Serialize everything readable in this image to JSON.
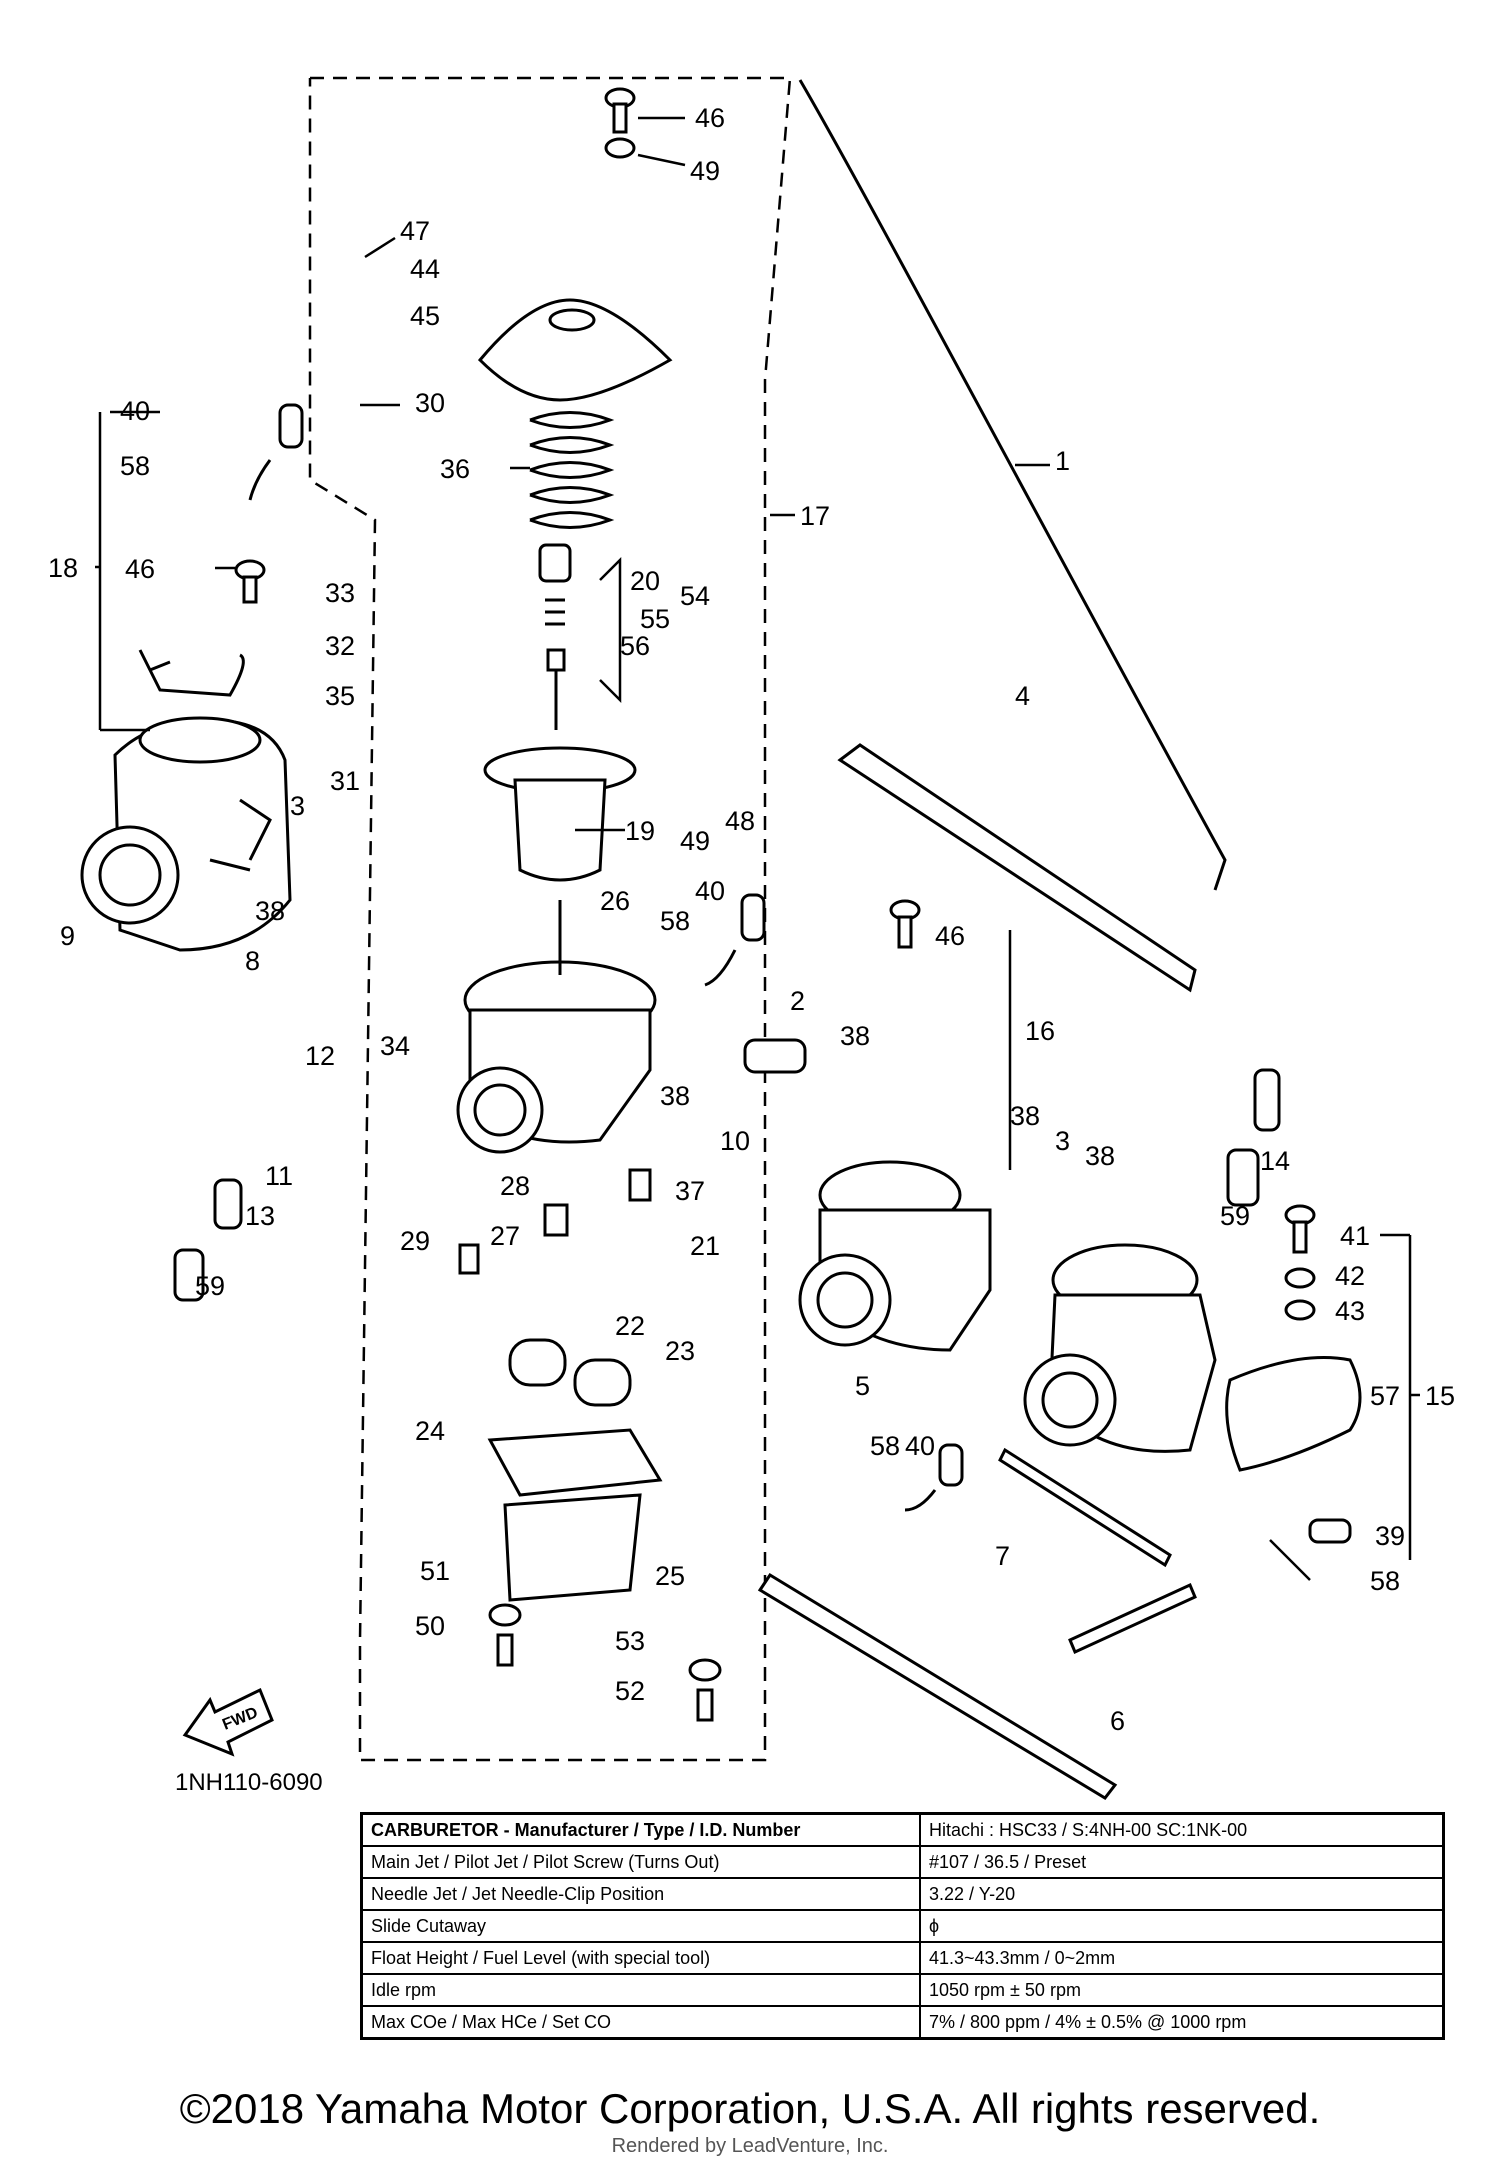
{
  "diagram": {
    "drawing_code": "1NH110-6090",
    "fwd_label": "FWD",
    "callouts": [
      {
        "id": "c1",
        "label": "1"
      },
      {
        "id": "c2",
        "label": "2"
      },
      {
        "id": "c3a",
        "label": "3"
      },
      {
        "id": "c3b",
        "label": "3"
      },
      {
        "id": "c4",
        "label": "4"
      },
      {
        "id": "c5",
        "label": "5"
      },
      {
        "id": "c6",
        "label": "6"
      },
      {
        "id": "c7",
        "label": "7"
      },
      {
        "id": "c8",
        "label": "8"
      },
      {
        "id": "c9",
        "label": "9"
      },
      {
        "id": "c10",
        "label": "10"
      },
      {
        "id": "c11",
        "label": "11"
      },
      {
        "id": "c12",
        "label": "12"
      },
      {
        "id": "c13",
        "label": "13"
      },
      {
        "id": "c14",
        "label": "14"
      },
      {
        "id": "c15",
        "label": "15"
      },
      {
        "id": "c16",
        "label": "16"
      },
      {
        "id": "c17",
        "label": "17"
      },
      {
        "id": "c18",
        "label": "18"
      },
      {
        "id": "c19",
        "label": "19"
      },
      {
        "id": "c20",
        "label": "20"
      },
      {
        "id": "c21",
        "label": "21"
      },
      {
        "id": "c22",
        "label": "22"
      },
      {
        "id": "c23",
        "label": "23"
      },
      {
        "id": "c24",
        "label": "24"
      },
      {
        "id": "c25",
        "label": "25"
      },
      {
        "id": "c26",
        "label": "26"
      },
      {
        "id": "c27",
        "label": "27"
      },
      {
        "id": "c28",
        "label": "28"
      },
      {
        "id": "c29",
        "label": "29"
      },
      {
        "id": "c30",
        "label": "30"
      },
      {
        "id": "c31",
        "label": "31"
      },
      {
        "id": "c32",
        "label": "32"
      },
      {
        "id": "c33",
        "label": "33"
      },
      {
        "id": "c34",
        "label": "34"
      },
      {
        "id": "c35",
        "label": "35"
      },
      {
        "id": "c36",
        "label": "36"
      },
      {
        "id": "c37",
        "label": "37"
      },
      {
        "id": "c38a",
        "label": "38"
      },
      {
        "id": "c38b",
        "label": "38"
      },
      {
        "id": "c38c",
        "label": "38"
      },
      {
        "id": "c38d",
        "label": "38"
      },
      {
        "id": "c38e",
        "label": "38"
      },
      {
        "id": "c39",
        "label": "39"
      },
      {
        "id": "c40a",
        "label": "40"
      },
      {
        "id": "c40b",
        "label": "40"
      },
      {
        "id": "c40c",
        "label": "40"
      },
      {
        "id": "c41",
        "label": "41"
      },
      {
        "id": "c42",
        "label": "42"
      },
      {
        "id": "c43",
        "label": "43"
      },
      {
        "id": "c44",
        "label": "44"
      },
      {
        "id": "c45",
        "label": "45"
      },
      {
        "id": "c46a",
        "label": "46"
      },
      {
        "id": "c46b",
        "label": "46"
      },
      {
        "id": "c46c",
        "label": "46"
      },
      {
        "id": "c47",
        "label": "47"
      },
      {
        "id": "c48",
        "label": "48"
      },
      {
        "id": "c49a",
        "label": "49"
      },
      {
        "id": "c49b",
        "label": "49"
      },
      {
        "id": "c50",
        "label": "50"
      },
      {
        "id": "c51",
        "label": "51"
      },
      {
        "id": "c52",
        "label": "52"
      },
      {
        "id": "c53",
        "label": "53"
      },
      {
        "id": "c54",
        "label": "54"
      },
      {
        "id": "c55",
        "label": "55"
      },
      {
        "id": "c56",
        "label": "56"
      },
      {
        "id": "c57",
        "label": "57"
      },
      {
        "id": "c58a",
        "label": "58"
      },
      {
        "id": "c58b",
        "label": "58"
      },
      {
        "id": "c58c",
        "label": "58"
      },
      {
        "id": "c58d",
        "label": "58"
      },
      {
        "id": "c59a",
        "label": "59"
      },
      {
        "id": "c59b",
        "label": "59"
      }
    ]
  },
  "spec_table": {
    "header": {
      "label": "CARBURETOR - Manufacturer / Type / I.D. Number",
      "value": "Hitachi : HSC33 / S:4NH-00 SC:1NK-00"
    },
    "rows": [
      {
        "label": "Main Jet / Pilot Jet / Pilot Screw (Turns Out)",
        "value": "#107 / 36.5 / Preset"
      },
      {
        "label": "Needle Jet / Jet Needle-Clip Position",
        "value": "3.22 / Y-20"
      },
      {
        "label": "Slide Cutaway",
        "value": "ϕ"
      },
      {
        "label": "Float Height / Fuel Level (with special tool)",
        "value": "41.3~43.3mm / 0~2mm"
      },
      {
        "label": "Idle rpm",
        "value": "1050 rpm ± 50 rpm"
      },
      {
        "label": "Max COe / Max HCe / Set CO",
        "value": "7% / 800 ppm / 4% ± 0.5% @ 1000 rpm"
      }
    ]
  },
  "footer": {
    "copyright": "©2018 Yamaha Motor Corporation, U.S.A. All rights reserved.",
    "render_credit": "Rendered by LeadVenture, Inc."
  }
}
